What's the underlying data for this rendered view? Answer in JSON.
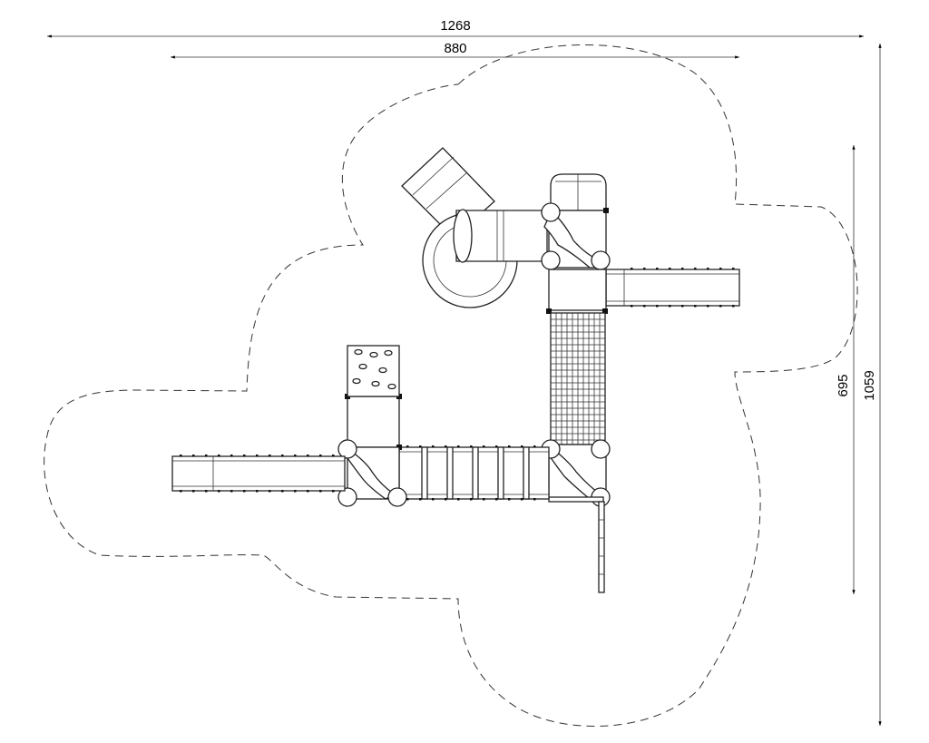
{
  "dimensions": {
    "overall_width": "1268",
    "structure_width": "880",
    "structure_depth": "695",
    "overall_depth": "1059"
  },
  "colors": {
    "line": "#222222",
    "background": "#ffffff"
  }
}
